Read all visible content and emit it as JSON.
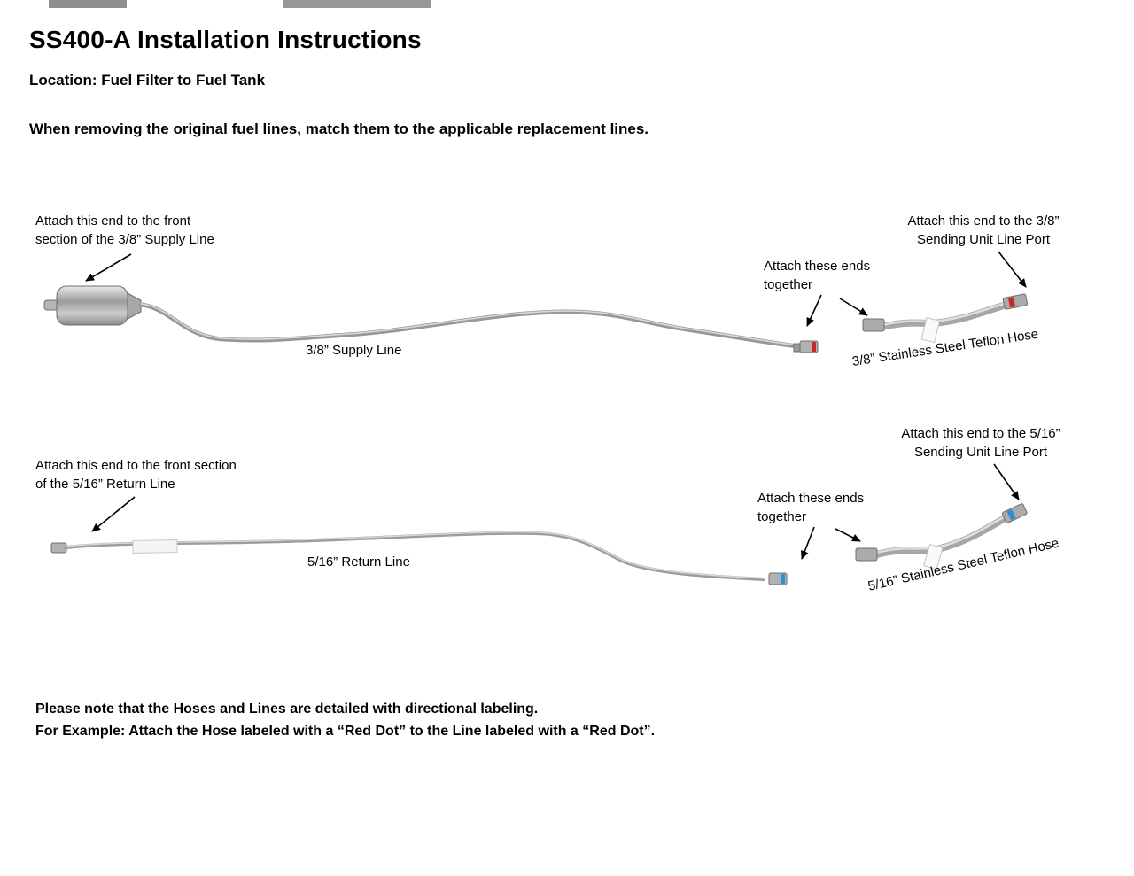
{
  "header": {
    "title": "SS400-A Installation Instructions",
    "location": "Location: Fuel Filter to Fuel Tank",
    "intro": "When removing the original fuel lines, match them to the applicable replacement lines."
  },
  "supply": {
    "attach_front_label": "Attach this end to the  front\nsection of the 3/8” Supply Line",
    "line_label": "3/8” Supply Line",
    "attach_together_label": "Attach these ends\ntogether",
    "attach_port_label": "Attach this end to the 3/8”\nSending Unit Line Port",
    "hose_label": "3/8” Stainless Steel Teflon Hose",
    "marker_color": "#cc2626"
  },
  "return": {
    "attach_front_label": "Attach this end to the front section\nof the 5/16” Return Line",
    "line_label": "5/16” Return Line",
    "attach_together_label": "Attach these ends\ntogether",
    "attach_port_label": "Attach this end to the 5/16”\nSending Unit Line Port",
    "hose_label": "5/16” Stainless Steel Teflon Hose",
    "marker_color": "#2f8fd4"
  },
  "footer": {
    "note_line1": "Please note that the Hoses and Lines are detailed with directional labeling.",
    "note_line2": "For Example: Attach the Hose labeled with a “Red Dot” to the Line labeled with a “Red Dot”."
  }
}
